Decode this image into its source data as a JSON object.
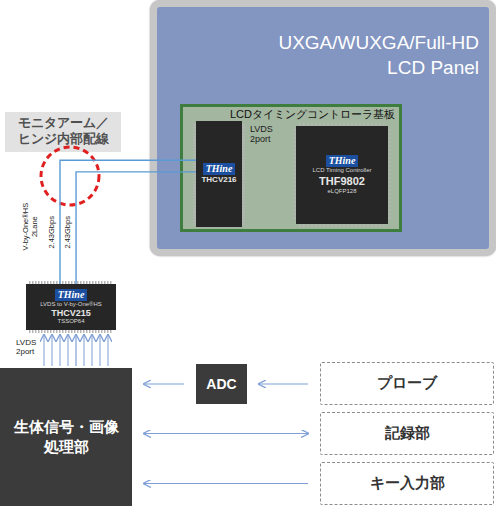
{
  "diagram": {
    "nodes": [
      {
        "text": [
          "UXGA/WUXGA/Full-HD LCD Panel"
        ]
      },
      {
        "text": [
          "LCDタイミングコントローラ基板"
        ],
        "in": 0
      },
      {
        "text": [
          "THine",
          "THCV216"
        ],
        "in": 1
      },
      {
        "text": [
          "THine",
          "LCD Timing Controller",
          "THF9802",
          "eLQFP128"
        ],
        "in": 1
      },
      {
        "text": [
          "モニタアーム／ヒンジ内部配線"
        ]
      },
      {
        "text": [
          "THine",
          "LVDS to V-by-One®HS",
          "THCV215",
          "TSSOP64"
        ]
      },
      {
        "text": [
          "生体信号・画像処理部"
        ]
      },
      {
        "text": [
          "ADC"
        ]
      },
      {
        "text": [
          "プローブ"
        ]
      },
      {
        "text": [
          "記録部"
        ]
      },
      {
        "text": [
          "キー入力部"
        ]
      }
    ],
    "edges": [
      {
        "from": 5,
        "to": 2,
        "arrow": "none"
      },
      {
        "from": 5,
        "to": 2,
        "arrow": "none"
      },
      {
        "from": 6,
        "to": 5,
        "arrow": "to"
      },
      {
        "from": 8,
        "to": 7,
        "arrow": "to"
      },
      {
        "from": 7,
        "to": 6,
        "arrow": "to"
      },
      {
        "from": 6,
        "to": 9,
        "arrow": "both"
      },
      {
        "from": 10,
        "to": 6,
        "arrow": "to"
      }
    ],
    "labels": [
      "LVDS 2port",
      "V-by-One®HS 2Lane",
      "2.43Gbps",
      "2.43Gbps",
      "LVDS 2port"
    ]
  }
}
